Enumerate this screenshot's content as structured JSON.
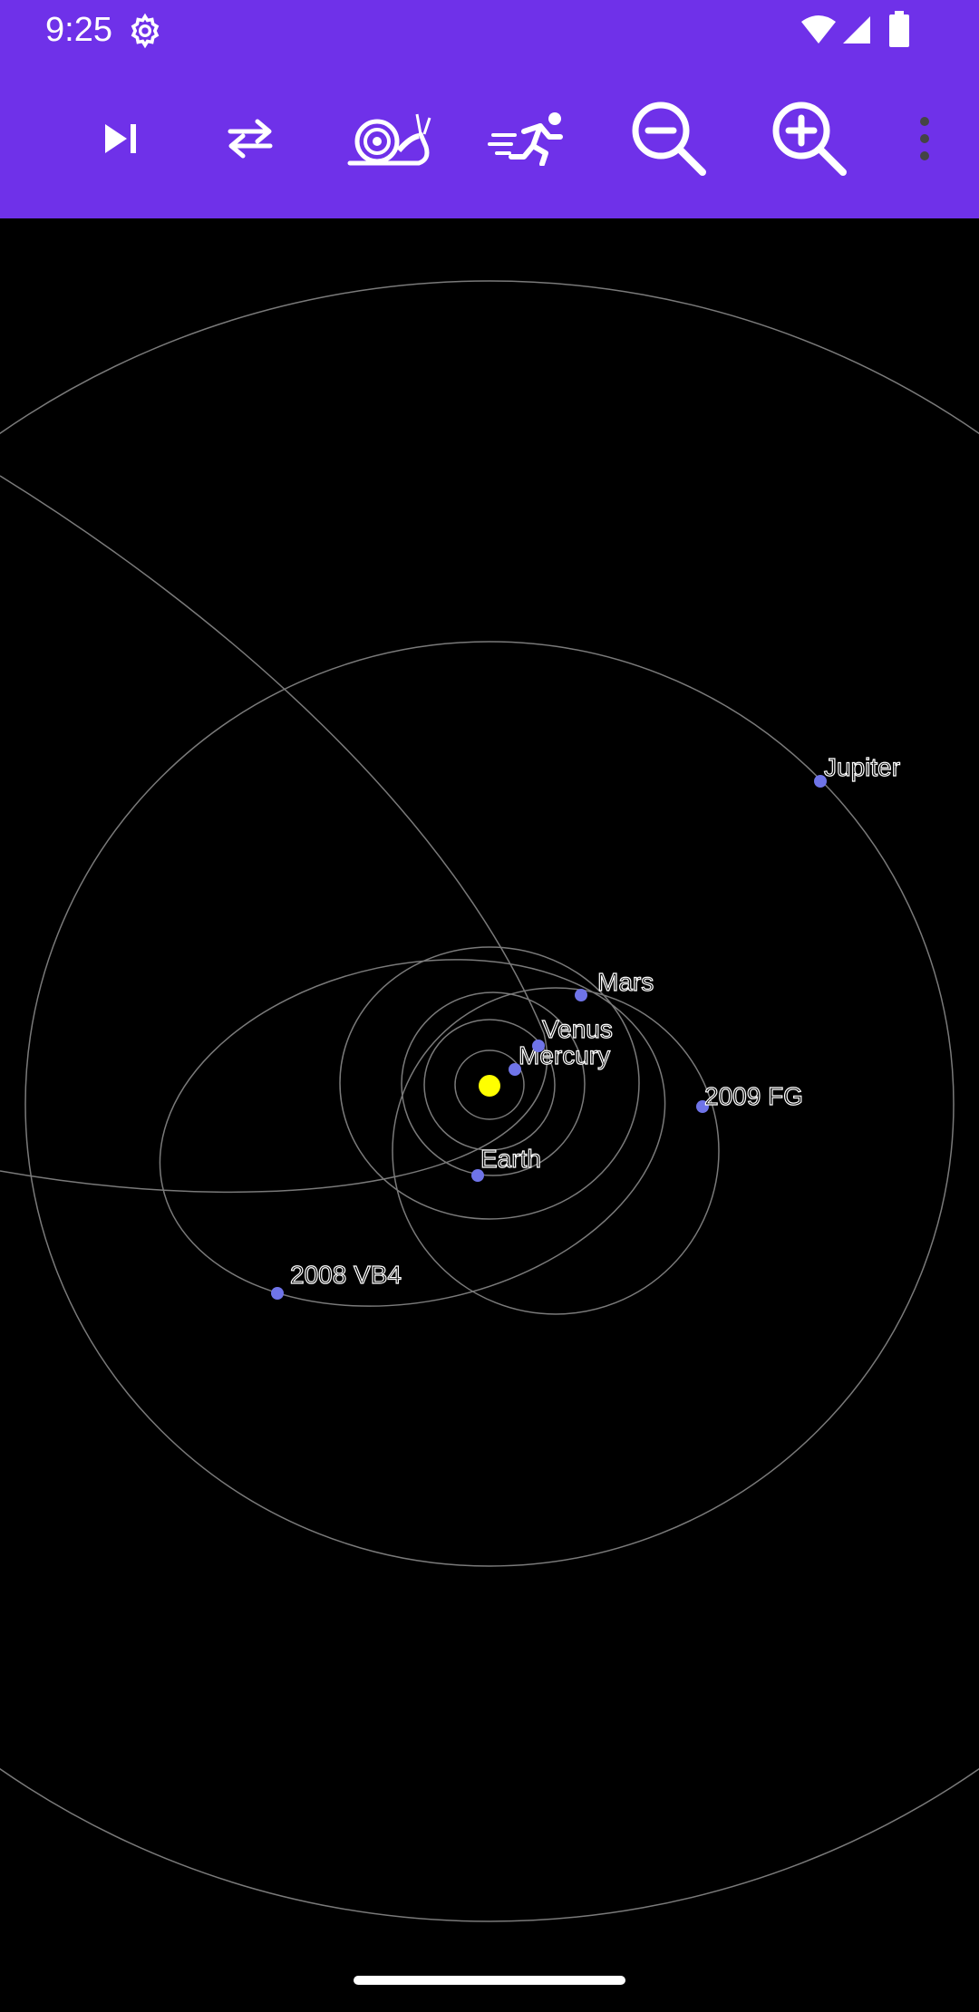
{
  "status_bar": {
    "time": "9:25"
  },
  "toolbar": {
    "color": "#6f31e9",
    "buttons": [
      {
        "name": "skip-next-button",
        "icon": "skip-next-icon"
      },
      {
        "name": "swap-direction-button",
        "icon": "swap-arrows-icon"
      },
      {
        "name": "slower-button",
        "icon": "snail-icon"
      },
      {
        "name": "faster-button",
        "icon": "running-person-icon"
      },
      {
        "name": "zoom-out-button",
        "icon": "zoom-out-icon"
      },
      {
        "name": "zoom-in-button",
        "icon": "zoom-in-icon"
      },
      {
        "name": "more-options-button",
        "icon": "more-vert-icon"
      }
    ]
  },
  "solar_system": {
    "sun_color": "#ffff00",
    "body_color": "#6f74e8",
    "orbit_color": "#7a7a7a",
    "bodies": [
      {
        "name": "Mercury"
      },
      {
        "name": "Venus"
      },
      {
        "name": "Earth"
      },
      {
        "name": "Mars"
      },
      {
        "name": "Jupiter"
      },
      {
        "name": "2009 FG"
      },
      {
        "name": "2008 VB4"
      }
    ]
  }
}
